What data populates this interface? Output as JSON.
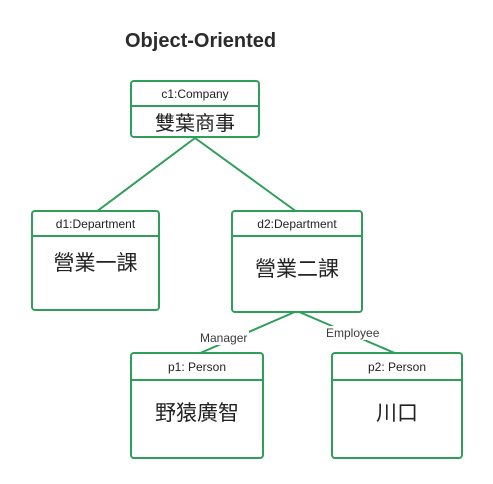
{
  "title": "Object-Oriented",
  "colors": {
    "border": "#2e9e58",
    "text": "#222222",
    "background": "#ffffff"
  },
  "nodes": {
    "company": {
      "header": "c1:Company",
      "body": "雙葉商事"
    },
    "department1": {
      "header": "d1:Department",
      "body": "營業一課"
    },
    "department2": {
      "header": "d2:Department",
      "body": "營業二課"
    },
    "person1": {
      "header": "p1: Person",
      "body": "野猿廣智"
    },
    "person2": {
      "header": "p2: Person",
      "body": "川口"
    }
  },
  "edges": {
    "manager_label": "Manager",
    "employee_label": "Employee"
  }
}
